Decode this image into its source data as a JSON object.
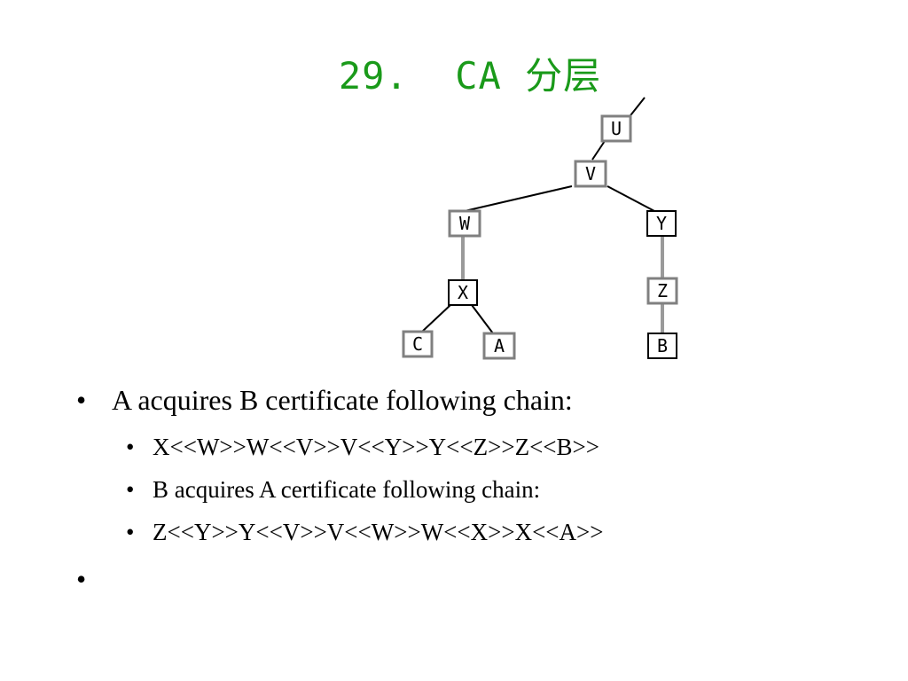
{
  "slide": {
    "title": "29.  CA 分层",
    "tree": {
      "nodes": [
        "U",
        "V",
        "W",
        "Y",
        "X",
        "Z",
        "C",
        "A",
        "B"
      ]
    },
    "bullets": [
      {
        "level": 1,
        "text": "A acquires B certificate following chain:"
      },
      {
        "level": 2,
        "text": "X<<W>>W<<V>>V<<Y>>Y<<Z>>Z<<B>>"
      },
      {
        "level": 2,
        "text": "B acquires A certificate following chain:"
      },
      {
        "level": 2,
        "text": "Z<<Y>>Y<<V>>V<<W>>W<<X>>X<<A>>"
      },
      {
        "level": 1,
        "text": ""
      }
    ],
    "bullet_char": "•",
    "colors": {
      "title": "#1a9a1a",
      "node_border": "#808080",
      "node_border_dark": "#000000"
    }
  }
}
